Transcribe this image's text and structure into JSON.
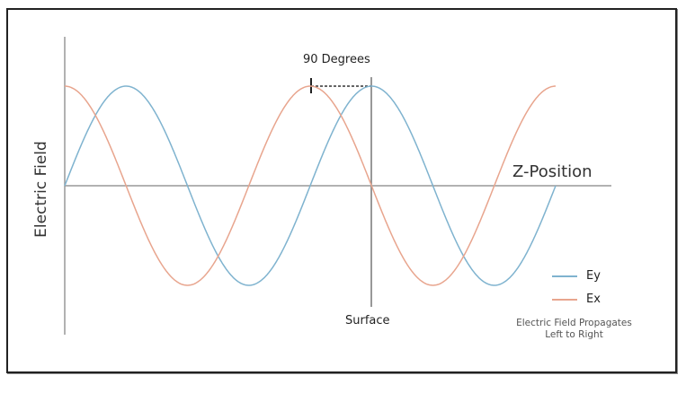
{
  "diagram": {
    "y_axis_label": "Electric Field",
    "x_axis_label": "Z-Position",
    "phase_annotation": "90 Degrees",
    "surface_label": "Surface",
    "legend": [
      {
        "label": "Ey",
        "color": "#7fb3cf"
      },
      {
        "label": "Ex",
        "color": "#e8a58e"
      }
    ],
    "note_line1": "Electric Field Propagates",
    "note_line2": "Left to Right",
    "waves": {
      "Ey": {
        "function": "sin",
        "periods": 2
      },
      "Ex": {
        "function": "cos",
        "periods": 2
      },
      "phase_difference_degrees": 90
    }
  }
}
